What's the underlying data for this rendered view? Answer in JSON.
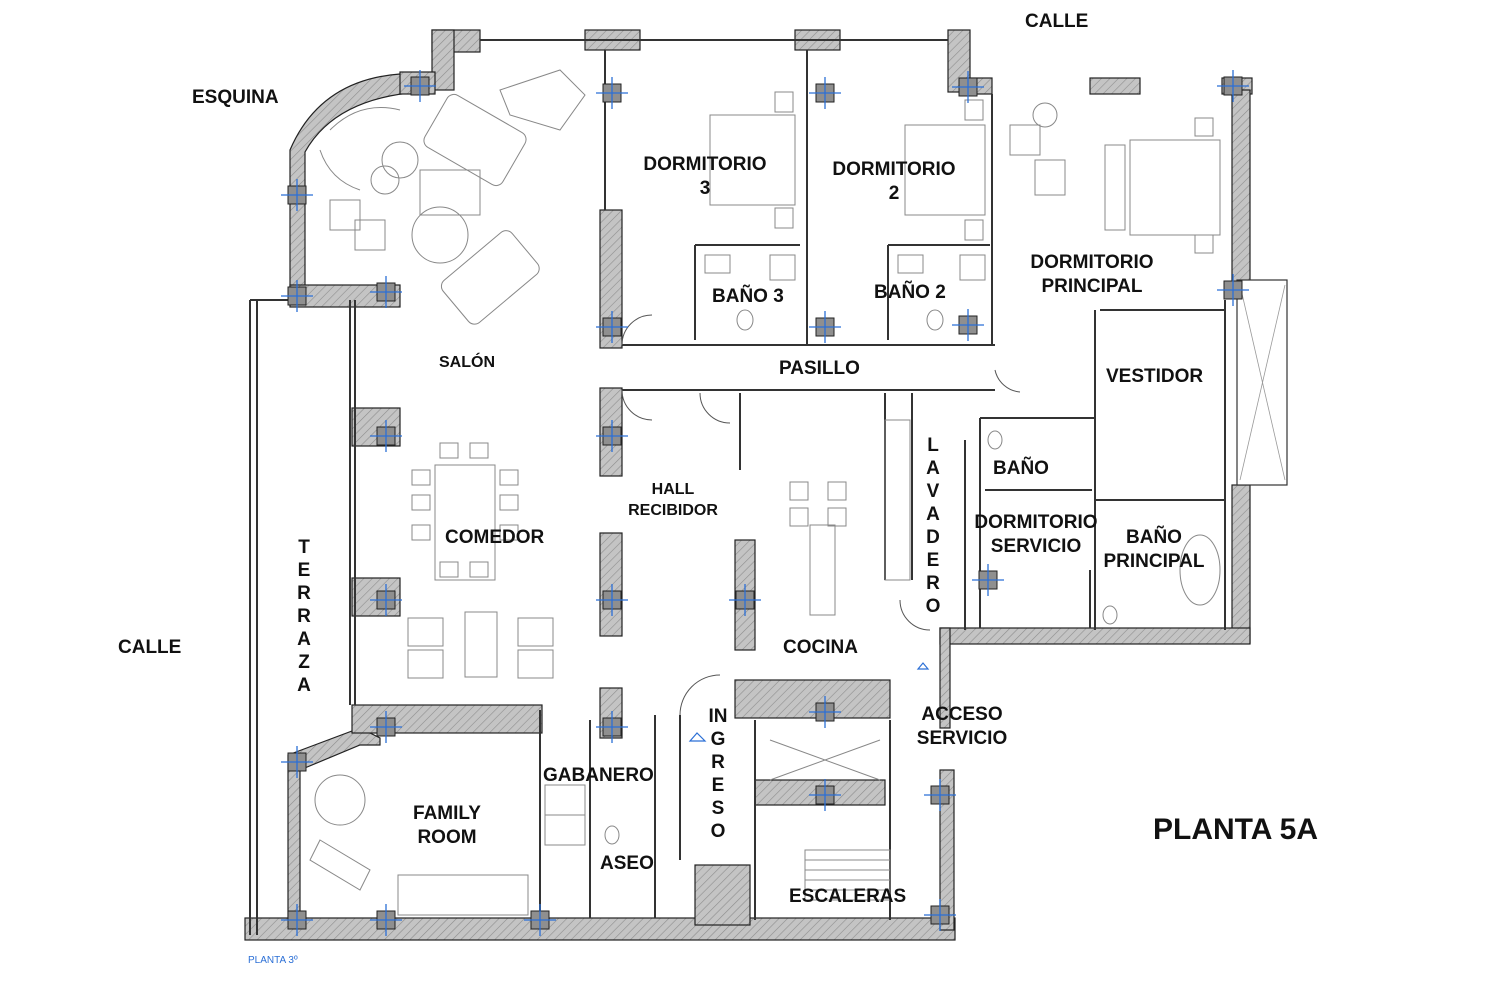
{
  "title": "PLANTA 5A",
  "footnote": "PLANTA 3º",
  "streets": {
    "top": "CALLE",
    "left": "CALLE",
    "corner": "ESQUINA"
  },
  "rooms": {
    "dormitorio3": "DORMITORIO\n3",
    "dormitorio2": "DORMITORIO\n2",
    "dormitorio_principal": "DORMITORIO\nPRINCIPAL",
    "bano3": "BAÑO 3",
    "bano2": "BAÑO 2",
    "salon": "SALÓN",
    "pasillo": "PASILLO",
    "vestidor": "VESTIDOR",
    "bano": "BAÑO",
    "hall": "HALL\nRECIBIDOR",
    "lavadero": "LAVADERO",
    "dormitorio_servicio": "DORMITORIO\nSERVICIO",
    "bano_principal": "BAÑO\nPRINCIPAL",
    "comedor": "COMEDOR",
    "terraza": "TERRAZA",
    "cocina": "COCINA",
    "acceso_servicio": "ACCESO\nSERVICIO",
    "gabanero": "GABANERO",
    "ingreso": "INGRESO",
    "family_room": "FAMILY\nROOM",
    "aseo": "ASEO",
    "escaleras": "ESCALERAS"
  },
  "colors": {
    "wall_fill": "#b9b9b9",
    "line": "#222222",
    "column_mark": "#2b6fd6",
    "furniture": "#8a8a8a"
  }
}
